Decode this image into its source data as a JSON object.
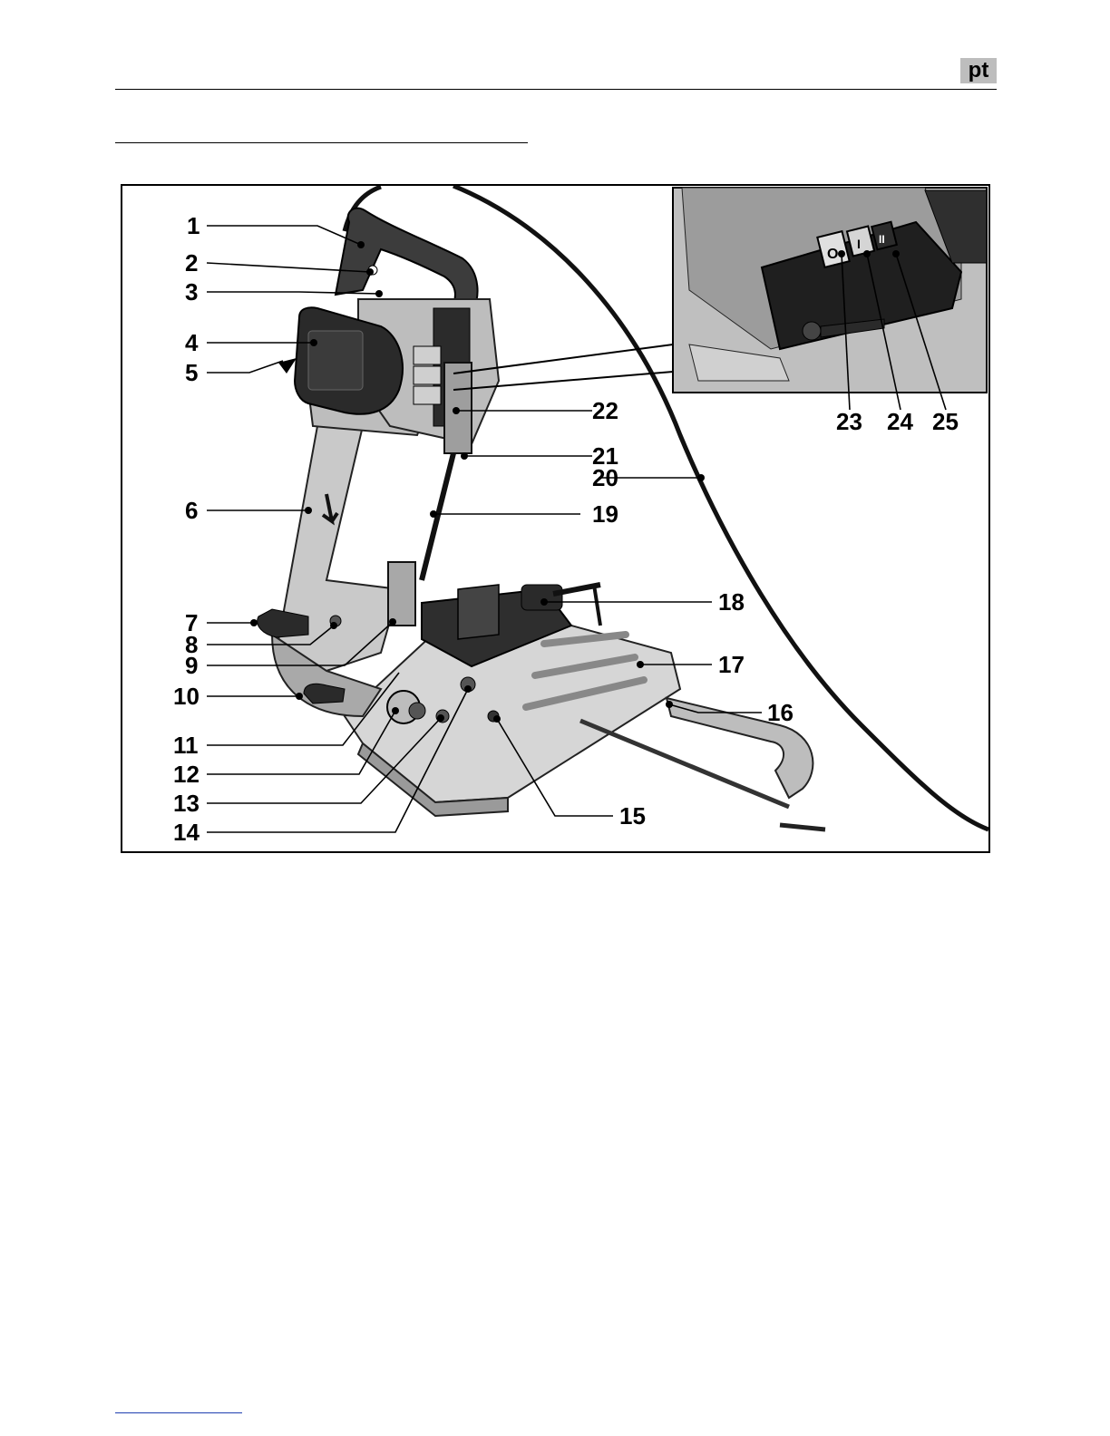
{
  "header": {
    "language_code": "pt"
  },
  "figure": {
    "callouts": {
      "c1": "1",
      "c2": "2",
      "c3": "3",
      "c4": "4",
      "c5": "5",
      "c6": "6",
      "c7": "7",
      "c8": "8",
      "c9": "9",
      "c10": "10",
      "c11": "11",
      "c12": "12",
      "c13": "13",
      "c14": "14",
      "c15": "15",
      "c16": "16",
      "c17": "17",
      "c18": "18",
      "c19": "19",
      "c20": "20",
      "c21": "21",
      "c22": "22",
      "c23": "23",
      "c24": "24",
      "c25": "25"
    },
    "switch_symbols": {
      "off": "O",
      "on": "I",
      "continuous": "II"
    },
    "colors": {
      "body": "#bdbdbd",
      "dark": "#3a3a3a",
      "black": "#111111",
      "line": "#000000"
    }
  }
}
